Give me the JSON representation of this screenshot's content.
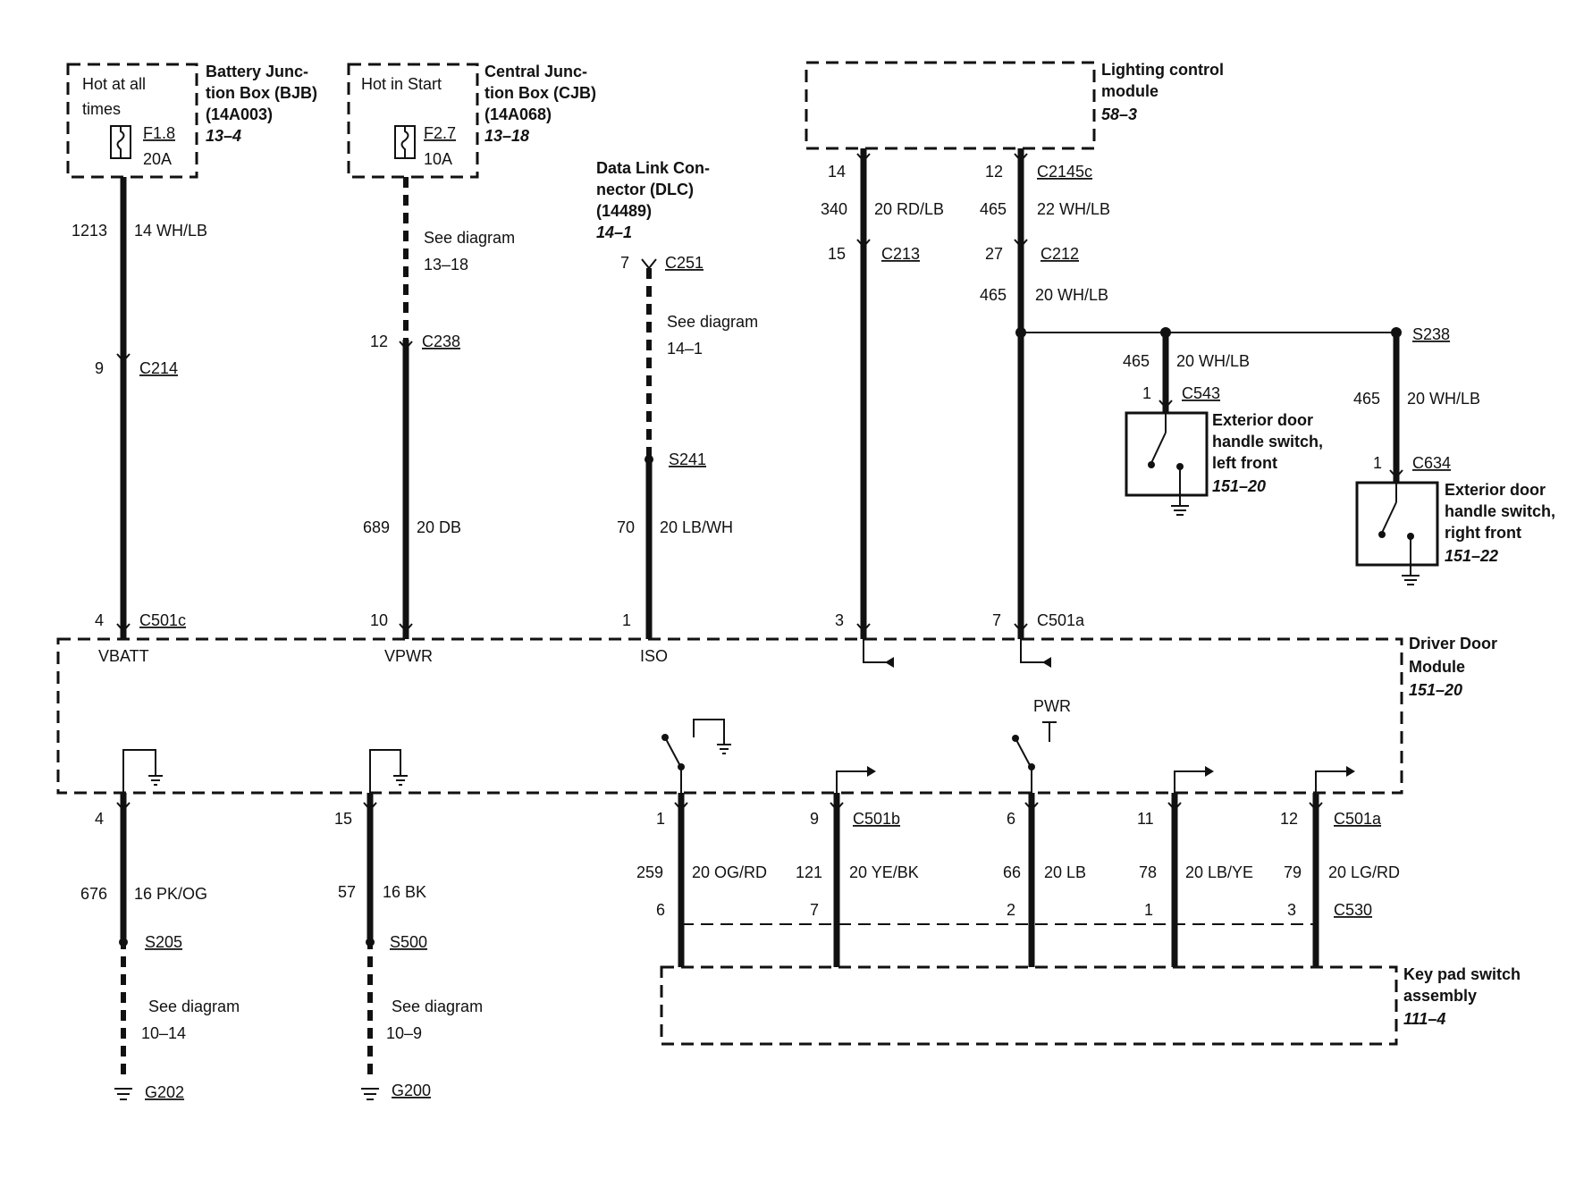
{
  "bjb": {
    "hot": [
      "Hot at all",
      "times"
    ],
    "fuse": "F1.8",
    "amp": "20A",
    "name": [
      "Battery Junc-",
      "tion Box (BJB)",
      "(14A003)"
    ],
    "ref": "13–4"
  },
  "cjb": {
    "hot": "Hot in Start",
    "fuse": "F2.7",
    "amp": "10A",
    "name": [
      "Central Junc-",
      "tion Box (CJB)",
      "(14A068)"
    ],
    "ref": "13–18"
  },
  "dlc": {
    "name": [
      "Data Link Con-",
      "nector (DLC)",
      "(14489)"
    ],
    "ref": "14–1"
  },
  "lcm": {
    "name": [
      "Lighting control",
      "module"
    ],
    "ref": "58–3"
  },
  "ddm": {
    "name": [
      "Driver Door",
      "Module"
    ],
    "ref": "151–20",
    "vbatt": "VBATT",
    "vpwr": "VPWR",
    "iso": "ISO",
    "pwr": "PWR"
  },
  "keypad": {
    "name": [
      "Key pad switch",
      "assembly"
    ],
    "ref": "111–4"
  },
  "lf_switch": {
    "name": [
      "Exterior door",
      "handle switch,",
      "left front"
    ],
    "ref": "151–20"
  },
  "rf_switch": {
    "name": [
      "Exterior door",
      "handle switch,",
      "right front"
    ],
    "ref": "151–22"
  },
  "labels": {
    "c1213": "1213",
    "w1213": "14 WH/LB",
    "p9": "9",
    "c214": "C214",
    "p4a": "4",
    "c501c": "C501c",
    "see1318": [
      "See diagram",
      "13–18"
    ],
    "p12": "12",
    "c238": "C238",
    "c689": "689",
    "w689": "20 DB",
    "p10": "10",
    "p7": "7",
    "c251": "C251",
    "see141": [
      "See diagram",
      "14–1"
    ],
    "s241": "S241",
    "c70": "70",
    "w70": "20 LB/WH",
    "p1a": "1",
    "p14": "14",
    "c340": "340",
    "w340": "20 RD/LB",
    "p15a": "15",
    "c213": "C213",
    "p3a": "3",
    "p12b": "12",
    "c2145c": "C2145c",
    "c465a": "465",
    "w465a": "22 WH/LB",
    "p27": "27",
    "c212": "C212",
    "c465b": "465",
    "w465b": "20 WH/LB",
    "p7b": "7",
    "c501a_top": "C501a",
    "s238": "S238",
    "c465c": "465",
    "w465c": "20 WH/LB",
    "p1b": "1",
    "c543": "C543",
    "c465d": "465",
    "w465d": "20 WH/LB",
    "p1c": "1",
    "c634": "C634",
    "p4b": "4",
    "c676": "676",
    "w676": "16 PK/OG",
    "s205": "S205",
    "see1014": [
      "See diagram",
      "10–14"
    ],
    "g202": "G202",
    "p15b": "15",
    "c57": "57",
    "w57": "16 BK",
    "s500": "S500",
    "see109": [
      "See diagram",
      "10–9"
    ],
    "g200": "G200",
    "p1d": "1",
    "c259": "259",
    "w259": "20 OG/RD",
    "p6a": "6",
    "p9b": "9",
    "c501b": "C501b",
    "c121": "121",
    "w121": "20 YE/BK",
    "p7c": "7",
    "p6b": "6",
    "c66": "66",
    "w66": "20 LB",
    "p2": "2",
    "p11": "11",
    "c78": "78",
    "w78": "20 LB/YE",
    "p1e": "1",
    "p12c": "12",
    "c501a_bot": "C501a",
    "c79": "79",
    "w79": "20 LG/RD",
    "p3b": "3",
    "c530": "C530"
  }
}
